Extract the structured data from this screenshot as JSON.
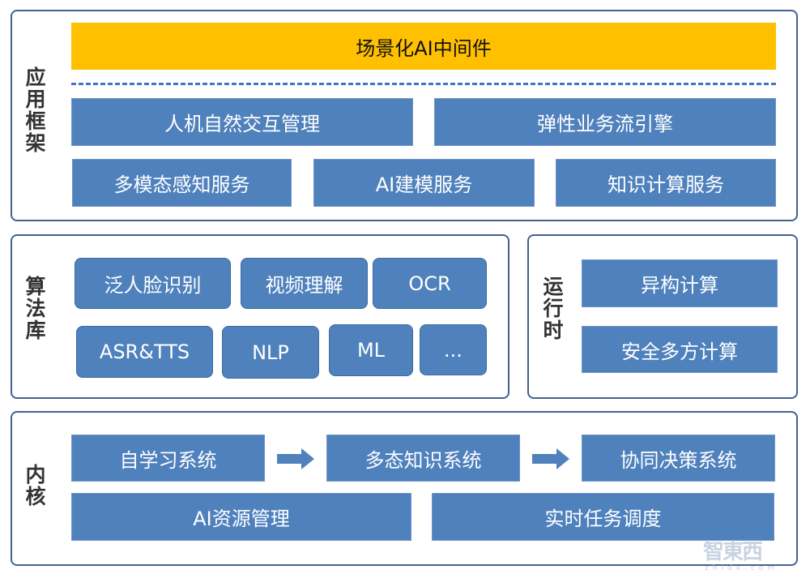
{
  "application_framework": {
    "label": "应用框架",
    "middleware": "场景化AI中间件",
    "row1": [
      "人机自然交互管理",
      "弹性业务流引擎"
    ],
    "row2": [
      "多模态感知服务",
      "AI建模服务",
      "知识计算服务"
    ]
  },
  "algorithm_library": {
    "label": "算法库",
    "row1": [
      "泛人脸识别",
      "视频理解",
      "OCR"
    ],
    "row2": [
      "ASR&TTS",
      "NLP",
      "ML",
      "..."
    ]
  },
  "runtime": {
    "label": "运行时",
    "items": [
      "异构计算",
      "安全多方计算"
    ]
  },
  "kernel": {
    "label": "内核",
    "flow": [
      "自学习系统",
      "多态知识系统",
      "协同决策系统"
    ],
    "row2": [
      "AI资源管理",
      "实时任务调度"
    ]
  },
  "watermark": {
    "logo": "智東西",
    "url": "zhidx.com"
  },
  "colors": {
    "box": "#4f81bd",
    "middleware": "#ffc000",
    "border": "#44628f"
  }
}
